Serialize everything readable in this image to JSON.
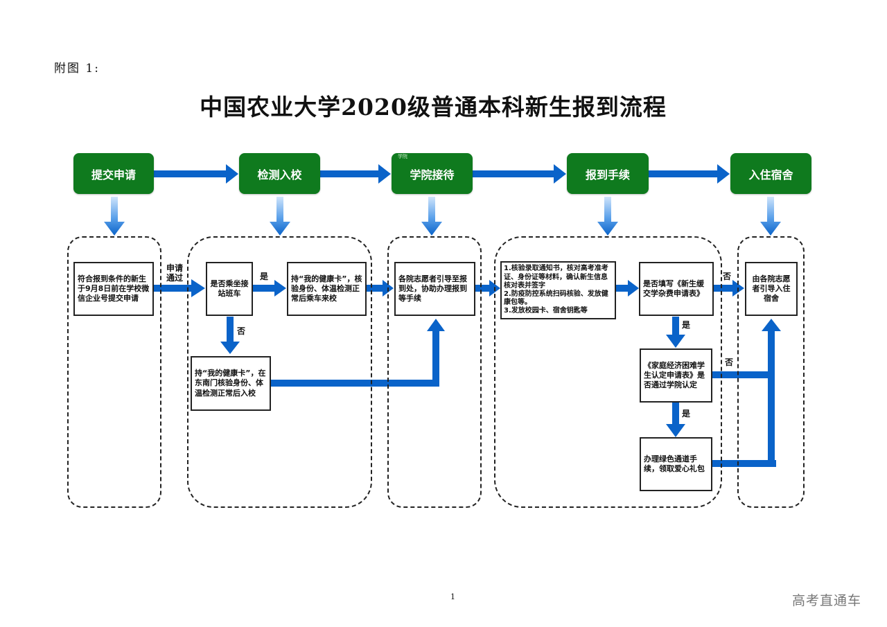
{
  "figure_label": "附图 1:",
  "title": "中国农业大学2020级普通本科新生报到流程",
  "stages": {
    "submit": "提交申请",
    "check_in": "检测入校",
    "college": "学院接待",
    "register": "报到手续",
    "dorm": "入住宿舍"
  },
  "stage_mark": "学院",
  "boxes": {
    "eligible": "符合报到条件的新生于9月8日前在学校微信企业号提交申请",
    "shuttle_q": "是否乘坐接站班车",
    "shuttle_yes": "持“我的健康卡”，核验身份、体温检测正常后乘车来校",
    "shuttle_no": "持“我的健康卡”，在东南门核验身份、体温检测正常后入校",
    "volunteer": "各院志愿者引导至报到处，协助办理报到等手续",
    "procedures": "1.核验录取通知书，核对高考准考证、身份证等材料，确认新生信息核对表并签字\n2.防疫防控系统扫码核验、发放健康包等。\n3.发放校园卡、宿舍钥匙等",
    "deferral_q": "是否填写《新生缓交学杂费申请表》",
    "hardship_q": "《家庭经济困难学生认定申请表》是否通过学院认定",
    "green_channel": "办理绿色通道手续，领取爱心礼包",
    "dorm_guide": "由各院志愿者引导入住宿舍"
  },
  "labels": {
    "application_passed": "申请\n通过",
    "yes": "是",
    "no": "否"
  },
  "footer": {
    "page_number": "1",
    "watermark": "高考直通车"
  },
  "colors": {
    "stage_green": "#0f7a1e",
    "arrow_blue": "#0a63c9",
    "arrow_light": "#cfe4fb"
  }
}
